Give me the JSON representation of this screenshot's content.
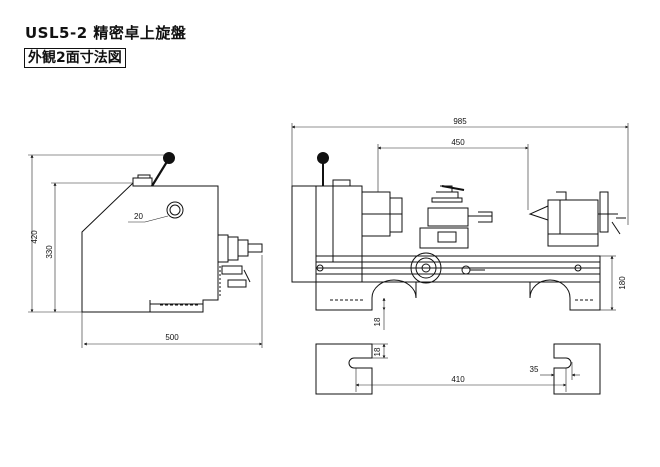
{
  "header": {
    "title": "USL5-2 精密卓上旋盤",
    "subtitle": "外観2面寸法図"
  },
  "dimensions": {
    "side_height_total": "420",
    "side_height_body": "330",
    "handle_diameter": "20",
    "side_width": "500",
    "front_length_total": "985",
    "front_length_bed": "450",
    "front_height": "180",
    "leg_thickness_front": "18",
    "leg_thickness_plan": "18",
    "leg_span": "410",
    "slot_width": "35"
  },
  "colors": {
    "line": "#111111",
    "dim_line": "#222222"
  }
}
